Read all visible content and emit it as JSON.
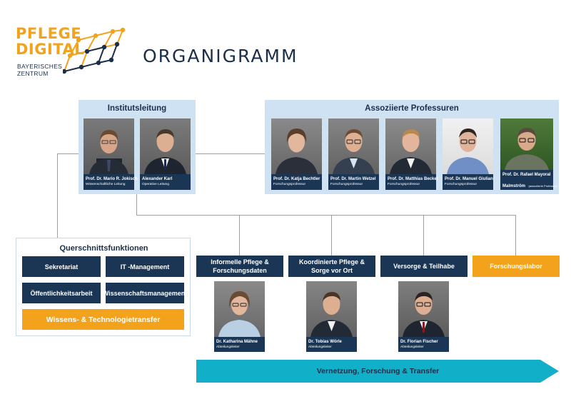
{
  "logo": {
    "line1": "PFLEGE",
    "line2": "DIGITAL",
    "sub1": "BAYERISCHES",
    "sub2": "ZENTRUM",
    "colors": {
      "orange": "#f2a31b",
      "navy": "#1b2f4b"
    }
  },
  "page": {
    "title": "ORGANIGRAMM"
  },
  "institutsleitung": {
    "title": "Institutsleitung",
    "members": [
      {
        "name": "Prof. Dr. Mario R. Jokisch",
        "role": "Wissenschaftliche Leitung"
      },
      {
        "name": "Alexander Karl",
        "role": "Operative Leitung"
      }
    ]
  },
  "assoziierte": {
    "title": "Assoziierte Professuren",
    "members": [
      {
        "name": "Prof. Dr. Katja Bechtler",
        "role": "Forschungsprofessur"
      },
      {
        "name": "Prof. Dr. Martin Wetzel",
        "role": "Forschungsprofessur"
      },
      {
        "name": "Prof. Dr. Matthias Becker",
        "role": "Forschungsprofessur"
      },
      {
        "name": "Prof. Dr. Manuel Giuliani",
        "role": "Forschungsprofessur"
      },
      {
        "name": "Prof. Dr. Rafael Mayoral",
        "name2": "Malmström",
        "role": "(assoziierte Professur)"
      }
    ]
  },
  "querschnitt": {
    "title": "Querschnittsfunktionen",
    "items": [
      "Sekretariat",
      "IT -Management",
      "Öffentlichkeitsarbeit",
      "Wissenschaftsmanagement"
    ],
    "highlight": "Wissens- & Technologietransfer"
  },
  "abteilungen": [
    {
      "label1": "Informelle Pflege &",
      "label2": "Forschungsdaten",
      "head": {
        "name": "Dr. Katharina Mähne",
        "role": "Abteilungsleiter"
      }
    },
    {
      "label1": "Koordinierte Pflege &",
      "label2": "Sorge vor Ort",
      "head": {
        "name": "Dr. Tobias Wörle",
        "role": "Abteilungsleiter"
      }
    },
    {
      "label1": "Versorge & Teilhabe",
      "label2": "",
      "head": {
        "name": "Dr. Florian Fischer",
        "role": "Abteilungsleiter"
      }
    },
    {
      "label1": "Forschungslabor",
      "label2": ""
    }
  ],
  "arrow": {
    "label": "Vernetzung, Forschung & Transfer",
    "color": "#12afc9"
  }
}
